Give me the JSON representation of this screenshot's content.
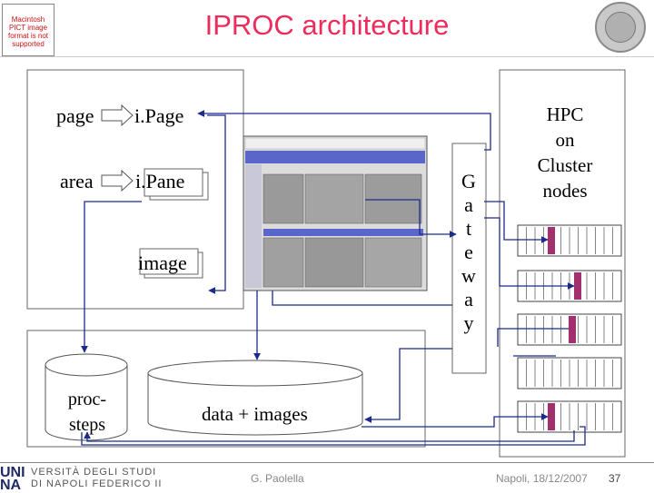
{
  "title": "IPROC architecture",
  "missing_image_notice": "Macintosh PICT image format is not supported",
  "left_panel": {
    "rows": [
      {
        "left": "page",
        "right": "i.Page"
      },
      {
        "left": "area",
        "right": "i.Pane"
      }
    ],
    "image_label": "image"
  },
  "gateway": {
    "letters": [
      "G",
      "a",
      "t",
      "e",
      "w",
      "a",
      "y"
    ]
  },
  "hpc": {
    "lines": [
      "HPC",
      "on",
      "Cluster",
      "nodes"
    ]
  },
  "storage": {
    "procsteps_lines": [
      "proc-",
      "steps"
    ],
    "data_label": "data + images"
  },
  "footer": {
    "author": "G. Paolella",
    "place_date": "Napoli, 18/12/2007",
    "slide_number": "37",
    "logo_top": "UNI",
    "logo_bottom": "NA",
    "logo_text_top": "VERSITÀ DEGLI STUDI",
    "logo_text_bottom": "DI NAPOLI FEDERICO II"
  },
  "colors": {
    "title": "#ee2c5b",
    "arrow": "#1b2a8c",
    "node_bar": "#a3306e",
    "screenshot_bar": "#5a67c8"
  }
}
